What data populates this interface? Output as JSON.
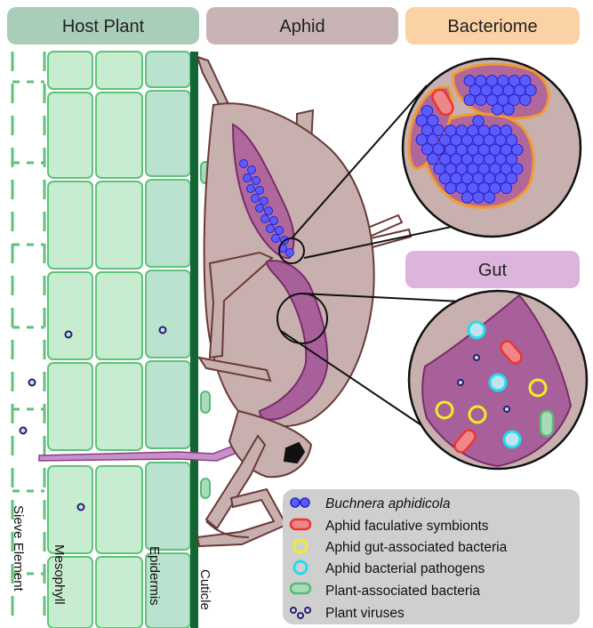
{
  "headers": {
    "host_plant": "Host Plant",
    "aphid": "Aphid",
    "bacteriome": "Bacteriome",
    "gut": "Gut"
  },
  "plant_layers": {
    "sieve": "Sieve Element",
    "mesophyll": "Mesophyll",
    "epidermis": "Epidermis",
    "cuticle": "Cuticle"
  },
  "legend": {
    "items": [
      {
        "label": "Buchnera aphidicola",
        "italic": true,
        "icon": "buchnera-cluster-icon",
        "color": "#3a3aff"
      },
      {
        "label": "Aphid faculative symbionts",
        "italic": false,
        "icon": "facultative-symbiont-icon",
        "color": "#ee3333"
      },
      {
        "label": "Aphid gut-associated bacteria",
        "italic": false,
        "icon": "gut-bacteria-icon",
        "color": "#eeee22"
      },
      {
        "label": "Aphid bacterial pathogens",
        "italic": false,
        "icon": "pathogen-icon",
        "color": "#22ddee"
      },
      {
        "label": "Plant-associated bacteria",
        "italic": false,
        "icon": "plant-bacteria-icon",
        "color": "#55bb77"
      },
      {
        "label": "Plant viruses",
        "italic": false,
        "icon": "plant-virus-icon",
        "color": "#222266"
      }
    ]
  },
  "colors": {
    "host_header": "#a8cdb8",
    "aphid_header": "#c8b4b4",
    "bacteriome_header": "#fad2a4",
    "gut_header": "#dcb4dc",
    "aphid_body": "#c8b0ae",
    "aphid_outline": "#6b3a3a",
    "bacteriocyte": "#b0689c",
    "gut_fill": "#a8609a",
    "cell_fill": "#c8ecd0",
    "cell_stroke": "#5fc27a",
    "epidermis_fill": "#b9e3cf",
    "cuticle": "#116633",
    "legend_bg": "#cfcfcf",
    "buchnera": "#3a3aff",
    "faculative": "#ee3333",
    "gut_bacteria": "#eeee22",
    "pathogen": "#22ddee",
    "plant_bacteria": "#55bb77",
    "virus": "#222266"
  }
}
